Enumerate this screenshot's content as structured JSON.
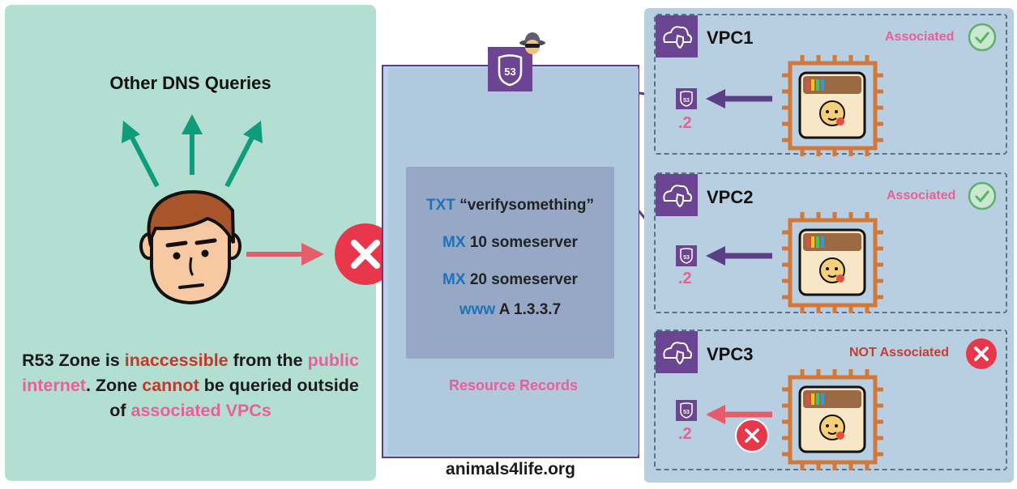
{
  "left_panel": {
    "heading": "Other DNS Queries",
    "caption_parts": [
      {
        "text": "R53 Zone is ",
        "style": "normal"
      },
      {
        "text": "inaccessible",
        "style": "red"
      },
      {
        "text": " from the ",
        "style": "normal"
      },
      {
        "text": "public internet",
        "style": "pink"
      },
      {
        "text": ". Zone ",
        "style": "normal"
      },
      {
        "text": "cannot",
        "style": "red"
      },
      {
        "text": " be queried outside of ",
        "style": "normal"
      },
      {
        "text": "associated VPCs",
        "style": "pink"
      }
    ]
  },
  "zone": {
    "records": [
      {
        "type": "TXT",
        "value": "“verifysomething”"
      },
      {
        "type": "MX",
        "value": "10 someserver"
      },
      {
        "type": "MX",
        "value": "20 someserver"
      },
      {
        "type": "www",
        "value": "A 1.3.3.7"
      }
    ],
    "records_label": "Resource Records",
    "badge": "53",
    "footer": "animals4life.org"
  },
  "vpcs": [
    {
      "name": "VPC1",
      "status": "Associated",
      "associated": true,
      "resolver": ".2",
      "badge": "53"
    },
    {
      "name": "VPC2",
      "status": "Associated",
      "associated": true,
      "resolver": ".2",
      "badge": "53"
    },
    {
      "name": "VPC3",
      "status": "NOT Associated",
      "associated": false,
      "resolver": ".2",
      "badge": "53"
    }
  ],
  "colors": {
    "left_bg": "#b2dfd2",
    "right_bg": "#b8cfe1",
    "purple": "#6c4592",
    "pink": "#e8609a",
    "red": "#e8374a",
    "green_arrow": "#0f9c7a",
    "orange_chip": "#d2783a",
    "keyword_blue": "#1e72b8"
  },
  "icons": [
    "person-face-icon",
    "deny-x-icon",
    "route53-icon",
    "spy-icon",
    "vpc-cloud-shield-icon",
    "ec2-chip-icon",
    "check-circle-icon",
    "x-circle-icon"
  ]
}
